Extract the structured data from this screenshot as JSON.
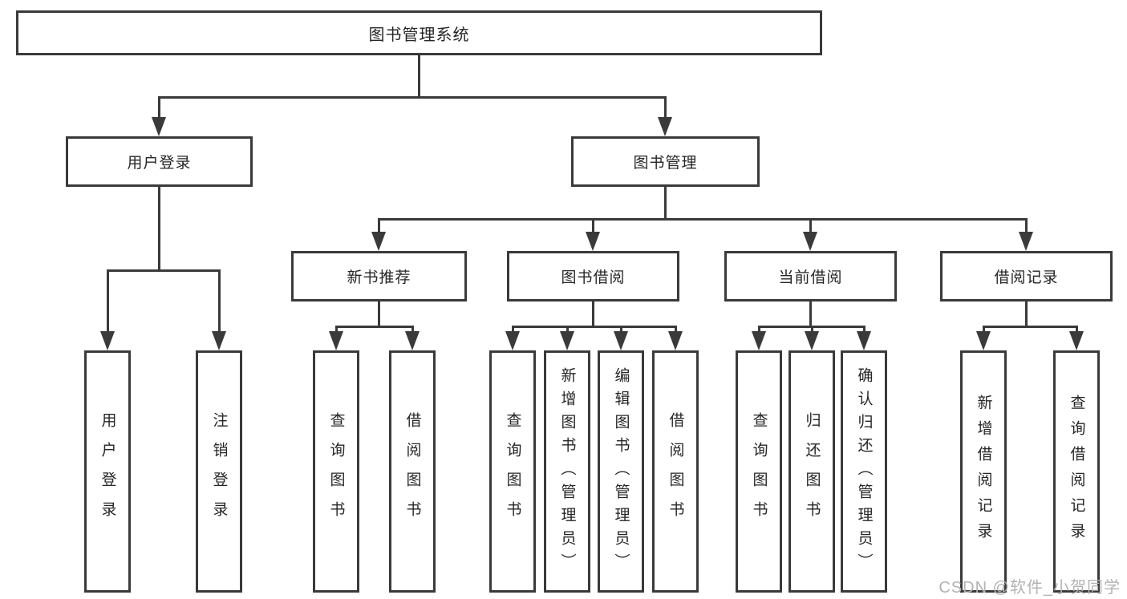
{
  "title": "图书管理系统",
  "tree": {
    "root": {
      "label": "图书管理系统"
    },
    "branches": [
      {
        "label": "用户登录",
        "children": [
          {
            "label": "用户登录"
          },
          {
            "label": "注销登录"
          }
        ]
      },
      {
        "label": "图书管理",
        "children": [
          {
            "label": "新书推荐",
            "children": [
              {
                "label": "查询图书"
              },
              {
                "label": "借阅图书"
              }
            ]
          },
          {
            "label": "图书借阅",
            "children": [
              {
                "label": "查询图书"
              },
              {
                "label": "新增图书（管理员）"
              },
              {
                "label": "编辑图书（管理员）"
              },
              {
                "label": "借阅图书"
              }
            ]
          },
          {
            "label": "当前借阅",
            "children": [
              {
                "label": "查询图书"
              },
              {
                "label": "归还图书"
              },
              {
                "label": "确认归还（管理员）"
              }
            ]
          },
          {
            "label": "借阅记录",
            "children": [
              {
                "label": "新增借阅记录"
              },
              {
                "label": "查询借阅记录"
              }
            ]
          }
        ]
      }
    ]
  },
  "watermark": "CSDN @软件_小贺同学",
  "colors": {
    "line": "#3a3a3a",
    "text": "#262626",
    "watermark": "#b3b3b3",
    "background": "#ffffff"
  }
}
